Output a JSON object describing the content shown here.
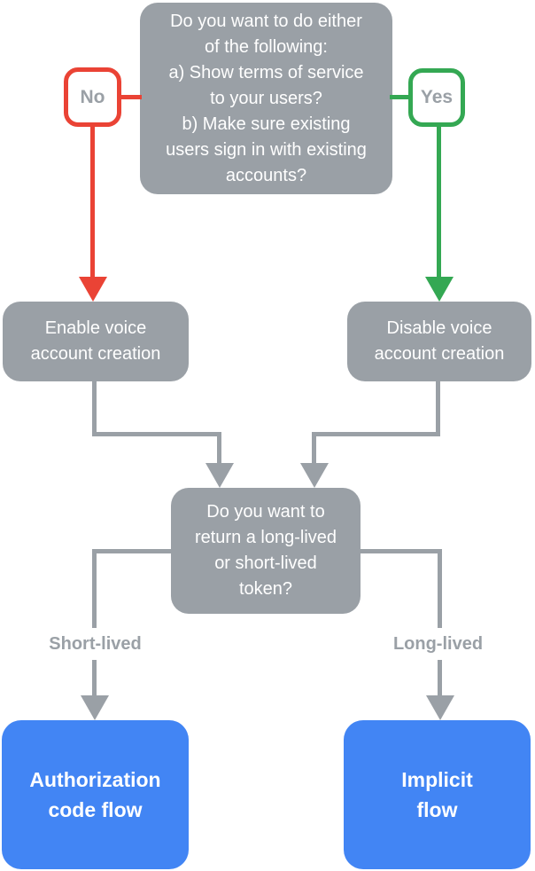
{
  "diagram": {
    "type": "flowchart",
    "colors": {
      "node_gray": "#9AA0A6",
      "connector_gray": "#9AA0A6",
      "no_red": "#EA4335",
      "yes_green": "#34A853",
      "result_blue": "#4285F4",
      "node_text": "#FFFFFF",
      "label_text_gray": "#9AA0A6",
      "background": "#FFFFFF"
    },
    "nodes": {
      "root_question": {
        "text": "Do you want to do either\nof the following:\na) Show terms of service\nto your users?\nb) Make sure existing\nusers sign in with existing\naccounts?"
      },
      "no_badge": {
        "label": "No"
      },
      "yes_badge": {
        "label": "Yes"
      },
      "enable_node": {
        "text": "Enable voice\naccount creation"
      },
      "disable_node": {
        "text": "Disable voice\naccount creation"
      },
      "token_question": {
        "text": "Do you want to\nreturn a long-lived\nor short-lived\ntoken?"
      },
      "short_lived_label": {
        "text": "Short-lived"
      },
      "long_lived_label": {
        "text": "Long-lived"
      },
      "auth_code_node": {
        "text": "Authorization\ncode flow"
      },
      "implicit_node": {
        "text": "Implicit\nflow"
      }
    }
  }
}
